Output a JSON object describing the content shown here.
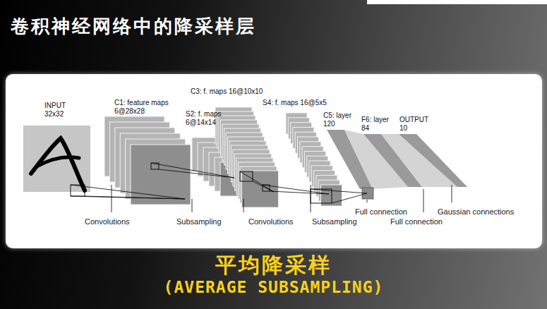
{
  "diagram": {
    "title": "卷积神经网络中的降采样层",
    "caption": "平均降采样",
    "nodes": [
      {
        "text": [
          "INPUT 32x32"
        ]
      },
      {
        "text": [
          "C1: feature maps 6@28x28"
        ]
      },
      {
        "text": [
          "S2: f. maps 6@14x14"
        ]
      },
      {
        "text": [
          "C3: f. maps 16@10x10"
        ]
      },
      {
        "text": [
          "S4: f. maps 16@5x5"
        ]
      },
      {
        "text": [
          "C5: layer 120"
        ]
      },
      {
        "text": [
          "F6: layer 84"
        ]
      },
      {
        "text": [
          "OUTPUT 10"
        ]
      }
    ],
    "labels": [
      "Convolutions",
      "Subsampling",
      "Convolutions",
      "Subsampling",
      "Full connection",
      "Full connection",
      "Gaussian connections",
      "(AVERAGE SUBSAMPLING)"
    ]
  }
}
